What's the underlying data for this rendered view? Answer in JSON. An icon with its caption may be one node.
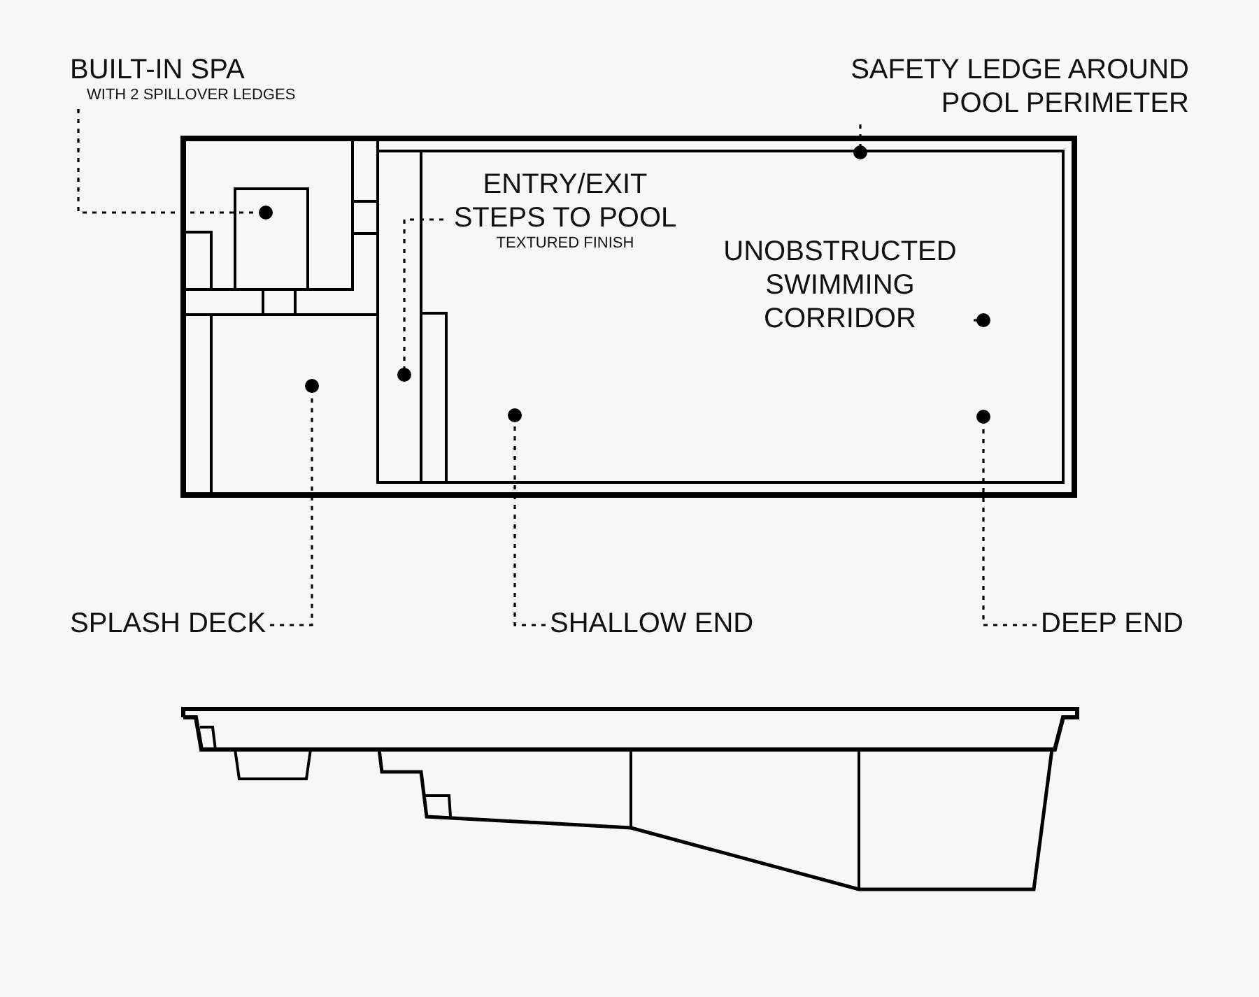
{
  "diagram": {
    "nodes": [
      {
        "text": [
          "BUILT-IN SPA",
          "WITH 2 SPILLOVER LEDGES"
        ]
      },
      {
        "text": [
          "SAFETY LEDGE AROUND POOL PERIMETER"
        ]
      },
      {
        "text": [
          "ENTRY/EXIT STEPS TO POOL",
          "TEXTURED FINISH"
        ]
      },
      {
        "text": [
          "UNOBSTRUCTED SWIMMING CORRIDOR"
        ]
      },
      {
        "text": [
          "SPLASH DECK"
        ]
      },
      {
        "text": [
          "SHALLOW END"
        ]
      },
      {
        "text": [
          "DEEP END"
        ]
      }
    ],
    "edges": [
      {
        "from": 0,
        "to": null,
        "arrow": "other",
        "style": "dashed"
      },
      {
        "from": 1,
        "to": null,
        "arrow": "other",
        "style": "dashed"
      },
      {
        "from": 2,
        "to": null,
        "arrow": "other",
        "style": "dashed"
      },
      {
        "from": 3,
        "to": null,
        "arrow": "other",
        "style": "dashed"
      },
      {
        "from": 4,
        "to": null,
        "arrow": "other",
        "style": "dashed"
      },
      {
        "from": 5,
        "to": null,
        "arrow": "other",
        "style": "dashed"
      },
      {
        "from": 6,
        "to": null,
        "arrow": "other",
        "style": "dashed"
      }
    ]
  }
}
